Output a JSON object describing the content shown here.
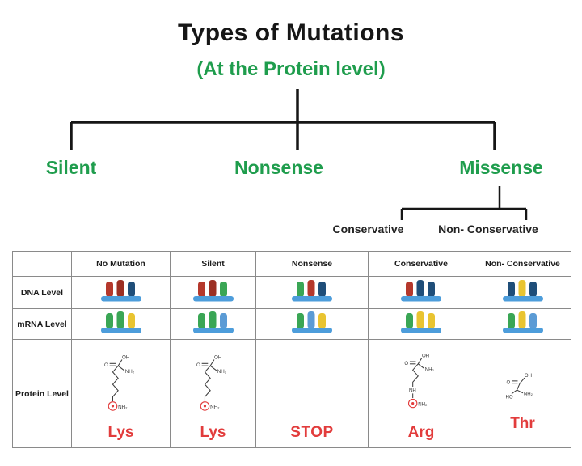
{
  "title": "Types of Mutations",
  "subtitle": "(At the Protein level)",
  "tree": {
    "branches": [
      "Silent",
      "Nonsense",
      "Missense"
    ],
    "missense_children": [
      "Conservative",
      "Non- Conservative"
    ]
  },
  "colors": {
    "accent_green": "#1f9d4d",
    "label_red": "#e23c3c",
    "connector": "#161616",
    "baseline_blue": "#4d9ddb"
  },
  "table": {
    "col_headers": [
      "No Mutation",
      "Silent",
      "Nonsense",
      "Conservative",
      "Non- Conservative"
    ],
    "row_labels": [
      "DNA Level",
      "mRNA Level",
      "Protein Level"
    ],
    "dna_bars": [
      [
        "#b5382c",
        "#9c2f23",
        "#1f4e79"
      ],
      [
        "#b5382c",
        "#9c2f23",
        "#3aa655"
      ],
      [
        "#3aa655",
        "#b5382c",
        "#1f4e79"
      ],
      [
        "#b5382c",
        "#1f4e79",
        "#1f4e79"
      ],
      [
        "#1f4e79",
        "#e9c431",
        "#1f4e79"
      ]
    ],
    "mrna_bars": [
      [
        "#3aa655",
        "#3aa655",
        "#e9c431"
      ],
      [
        "#3aa655",
        "#3aa655",
        "#5b9bd5"
      ],
      [
        "#3aa655",
        "#5b9bd5",
        "#e9c431"
      ],
      [
        "#3aa655",
        "#e9c431",
        "#e9c431"
      ],
      [
        "#3aa655",
        "#e9c431",
        "#5b9bd5"
      ]
    ],
    "protein_labels": [
      "Lys",
      "Lys",
      "STOP",
      "Arg",
      "Thr"
    ],
    "structure_text": {
      "oh": "OH",
      "o": "O",
      "nh2": "NH₂",
      "nh": "NH",
      "ho": "HO"
    }
  }
}
